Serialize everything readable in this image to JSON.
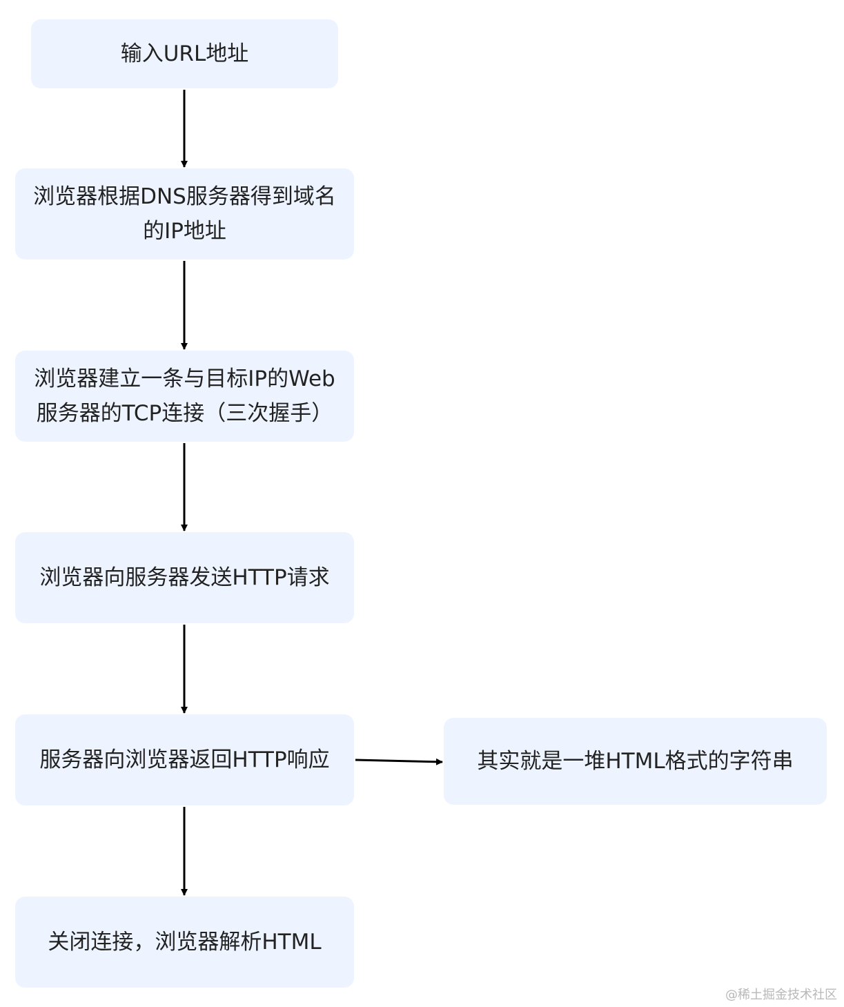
{
  "nodes": [
    {
      "id": "n1",
      "lines": [
        "输入URL地址"
      ]
    },
    {
      "id": "n2",
      "lines": [
        "浏览器根据DNS服务器得到域名",
        "的IP地址"
      ]
    },
    {
      "id": "n3",
      "lines": [
        "浏览器建立一条与目标IP的Web",
        "服务器的TCP连接（三次握手）"
      ]
    },
    {
      "id": "n4",
      "lines": [
        "浏览器向服务器发送HTTP请求"
      ]
    },
    {
      "id": "n5",
      "lines": [
        "服务器向浏览器返回HTTP响应"
      ]
    },
    {
      "id": "n6",
      "lines": [
        "其实就是一堆HTML格式的字符串"
      ]
    },
    {
      "id": "n7",
      "lines": [
        "关闭连接，浏览器解析HTML"
      ]
    }
  ],
  "edges": [
    {
      "from": "n1",
      "to": "n2"
    },
    {
      "from": "n2",
      "to": "n3"
    },
    {
      "from": "n3",
      "to": "n4"
    },
    {
      "from": "n4",
      "to": "n5"
    },
    {
      "from": "n5",
      "to": "n7"
    },
    {
      "from": "n5",
      "to": "n6"
    }
  ],
  "watermark": "@稀土掘金技术社区",
  "colors": {
    "node_fill": "#eef4ff",
    "text": "#222222",
    "arrow": "#000000"
  }
}
